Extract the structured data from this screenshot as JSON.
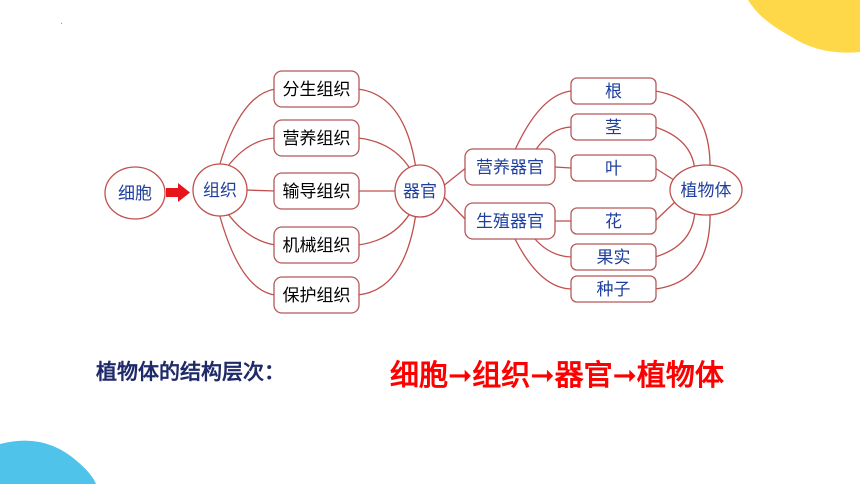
{
  "decor": {
    "accent_yellow": "#ffd84a",
    "accent_blue": "#4fc3ea",
    "dot_mark": "."
  },
  "diagram": {
    "cell": "细胞",
    "tissue": "组织",
    "tissue_types": [
      "分生组织",
      "营养组织",
      "输导组织",
      "机械组织",
      "保护组织"
    ],
    "organ": "器官",
    "organ_types": [
      "营养器官",
      "生殖器官"
    ],
    "vegetative_organs": [
      "根",
      "茎",
      "叶"
    ],
    "reproductive_organs": [
      "花",
      "果实",
      "种子"
    ],
    "plant": "植物体",
    "arrow_color": "#e8141c",
    "line_color": "#c0504d",
    "text_blue": "#1f3f9e"
  },
  "summary": {
    "label": "植物体的结构层次：",
    "chain": "细胞➞组织➞器官➞植物体",
    "chain_color": "#ff0000"
  }
}
